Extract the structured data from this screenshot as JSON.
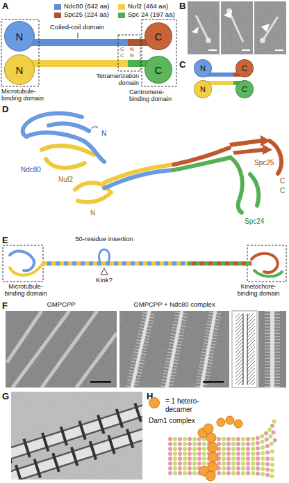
{
  "diagram": {
    "nodes": [
      {
        "text": [
          "N"
        ]
      },
      {
        "text": [
          "C"
        ]
      },
      {
        "text": [
          "N"
        ]
      },
      {
        "text": [
          "C"
        ]
      },
      {
        "text": [
          "N"
        ]
      },
      {
        "text": [
          "C"
        ]
      },
      {
        "text": [
          "N"
        ]
      },
      {
        "text": [
          "C"
        ]
      }
    ],
    "labels": [
      "A",
      "Coiled-coil domain",
      "C",
      "N",
      "C",
      "N",
      "Microtubule-binding domain",
      "Tetramerization domain",
      "Centromere-binding domain",
      "B",
      "C",
      "D",
      "N",
      "Ndc80",
      "Nuf2",
      "N",
      "Spc25",
      "C",
      "C",
      "Spc24",
      "E",
      "50-residue insertion",
      "Kink?",
      "Microtubule-binding domain",
      "Kinetochore-binding domain",
      "F",
      "GMPCPP",
      "GMPCPP + Ndc80 complex",
      "G",
      "H",
      "Dam1 complex"
    ],
    "legend": [
      {
        "text": "Ndc80 (642 aa)",
        "color": "#5b8fd6"
      },
      {
        "text": "Nuf2 (464 aa)",
        "color": "#f2cf45"
      },
      {
        "text": "Spc25 (224 aa)",
        "color": "#b4502a"
      },
      {
        "text": "Spc 24 (197 aa)",
        "color": "#4caf50"
      },
      {
        "text": "= 1 hetero-decamer",
        "color": "#f5a23a"
      }
    ]
  }
}
